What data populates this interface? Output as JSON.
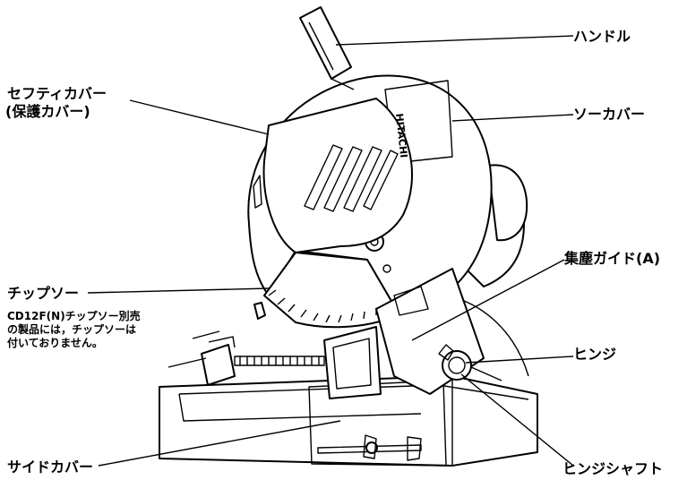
{
  "labels": {
    "handle": "ハンドル",
    "saw_cover": "ソーカバー",
    "safety_cover_line1": "セフティカバー",
    "safety_cover_line2": "(保護カバー)",
    "dust_guide": "集塵ガイド(A)",
    "chip_saw": "チップソー",
    "chip_saw_note_line1": "CD12F(N)チップソー別売",
    "chip_saw_note_line2": "の製品には，チップソーは",
    "chip_saw_note_line3": "付いておりません。",
    "hinge": "ヒンジ",
    "hinge_shaft": "ヒンジシャフト",
    "side_cover": "サイドカバー"
  },
  "tool_marking": {
    "brand": "HITACHI"
  }
}
